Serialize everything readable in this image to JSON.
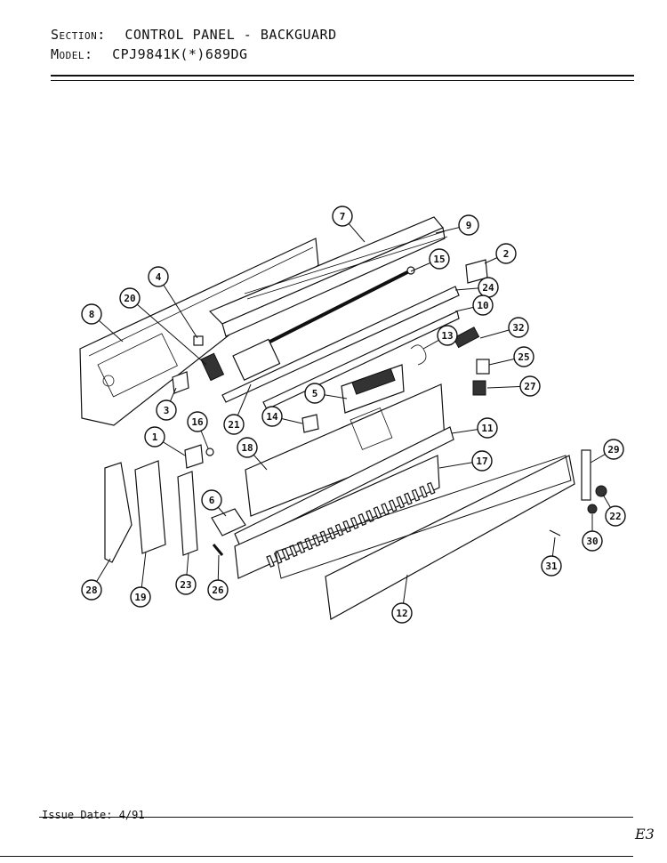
{
  "header": {
    "section_label": "Section:",
    "section_value": "CONTROL PANEL - BACKGUARD",
    "model_label": "Model:",
    "model_value": "CPJ9841K(*)689DG"
  },
  "diagram": {
    "callouts": [
      {
        "id": "c7",
        "num": "7"
      },
      {
        "id": "c9",
        "num": "9"
      },
      {
        "id": "c2",
        "num": "2"
      },
      {
        "id": "c15",
        "num": "15"
      },
      {
        "id": "c4",
        "num": "4"
      },
      {
        "id": "c24",
        "num": "24"
      },
      {
        "id": "c20",
        "num": "20"
      },
      {
        "id": "c10",
        "num": "10"
      },
      {
        "id": "c8",
        "num": "8"
      },
      {
        "id": "c13",
        "num": "13"
      },
      {
        "id": "c32",
        "num": "32"
      },
      {
        "id": "c25",
        "num": "25"
      },
      {
        "id": "c27",
        "num": "27"
      },
      {
        "id": "c5",
        "num": "5"
      },
      {
        "id": "c3",
        "num": "3"
      },
      {
        "id": "c21",
        "num": "21"
      },
      {
        "id": "c14",
        "num": "14"
      },
      {
        "id": "c16",
        "num": "16"
      },
      {
        "id": "c11",
        "num": "11"
      },
      {
        "id": "c1",
        "num": "1"
      },
      {
        "id": "c18",
        "num": "18"
      },
      {
        "id": "c29",
        "num": "29"
      },
      {
        "id": "c17",
        "num": "17"
      },
      {
        "id": "c6",
        "num": "6"
      },
      {
        "id": "c22",
        "num": "22"
      },
      {
        "id": "c30",
        "num": "30"
      },
      {
        "id": "c31",
        "num": "31"
      },
      {
        "id": "c28",
        "num": "28"
      },
      {
        "id": "c19",
        "num": "19"
      },
      {
        "id": "c23",
        "num": "23"
      },
      {
        "id": "c26",
        "num": "26"
      },
      {
        "id": "c12",
        "num": "12"
      }
    ]
  },
  "footer": {
    "issue_date": "Issue Date: 4/91",
    "page_code": "E3"
  }
}
